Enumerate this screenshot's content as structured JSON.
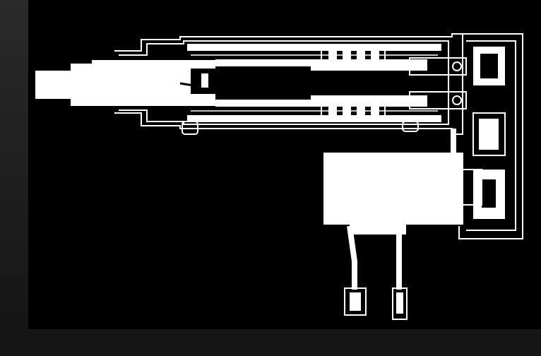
{
  "diagram": {
    "kind": "cross-section-line-drawing",
    "subject": "",
    "colors": {
      "background": "#000000",
      "outer_background": "#1f1f1f",
      "line": "#ffffff",
      "fill": "#ffffff"
    },
    "parts": [
      {
        "id": "rod-end",
        "icon": "rod-end-shape"
      },
      {
        "id": "piston-rod",
        "icon": "rod-shape"
      },
      {
        "id": "cylinder-tube",
        "icon": "tube-shape"
      },
      {
        "id": "ball-screw",
        "icon": "screw-shape"
      },
      {
        "id": "nut-assembly-upper",
        "icon": "nut-shape"
      },
      {
        "id": "nut-assembly-lower",
        "icon": "nut-shape"
      },
      {
        "id": "end-housing",
        "icon": "housing-shape"
      },
      {
        "id": "belt-pulley-housing",
        "icon": "pulley-shape"
      },
      {
        "id": "motor-body",
        "icon": "motor-shape"
      },
      {
        "id": "cable-left",
        "icon": "cable-shape"
      },
      {
        "id": "cable-right",
        "icon": "cable-shape"
      },
      {
        "id": "connector-left",
        "icon": "connector-shape"
      },
      {
        "id": "connector-right",
        "icon": "connector-shape"
      }
    ]
  }
}
